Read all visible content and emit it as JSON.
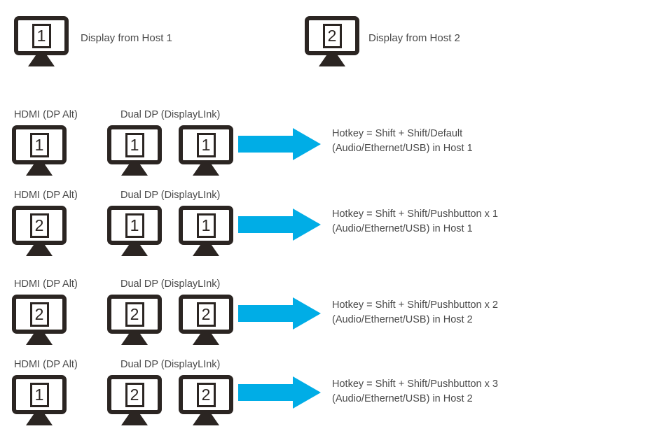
{
  "colors": {
    "arrow": "#00ade6",
    "icon_ink": "#2b2522",
    "text": "#4a4a4a"
  },
  "legend": [
    {
      "digit": "1",
      "label": "Display from Host 1"
    },
    {
      "digit": "2",
      "label": "Display from Host 2"
    }
  ],
  "rows": [
    {
      "hdmi_label": "HDMI (DP Alt)",
      "dual_label": "Dual DP (DisplayLInk)",
      "hdmi_digit": "1",
      "dual_digits": [
        "1",
        "1"
      ],
      "hotkey_line1": "Hotkey = Shift + Shift/Default",
      "hotkey_line2": "(Audio/Ethernet/USB) in Host 1"
    },
    {
      "hdmi_label": "HDMI (DP Alt)",
      "dual_label": "Dual DP (DisplayLInk)",
      "hdmi_digit": "2",
      "dual_digits": [
        "1",
        "1"
      ],
      "hotkey_line1": "Hotkey = Shift + Shift/Pushbutton x 1",
      "hotkey_line2": "(Audio/Ethernet/USB) in Host 1"
    },
    {
      "hdmi_label": "HDMI (DP Alt)",
      "dual_label": "Dual DP (DisplayLInk)",
      "hdmi_digit": "2",
      "dual_digits": [
        "2",
        "2"
      ],
      "hotkey_line1": "Hotkey = Shift + Shift/Pushbutton x 2",
      "hotkey_line2": "(Audio/Ethernet/USB) in Host 2"
    },
    {
      "hdmi_label": "HDMI (DP Alt)",
      "dual_label": "Dual DP (DisplayLInk)",
      "hdmi_digit": "1",
      "dual_digits": [
        "2",
        "2"
      ],
      "hotkey_line1": "Hotkey = Shift + Shift/Pushbutton x 3",
      "hotkey_line2": "(Audio/Ethernet/USB) in Host 2"
    }
  ]
}
